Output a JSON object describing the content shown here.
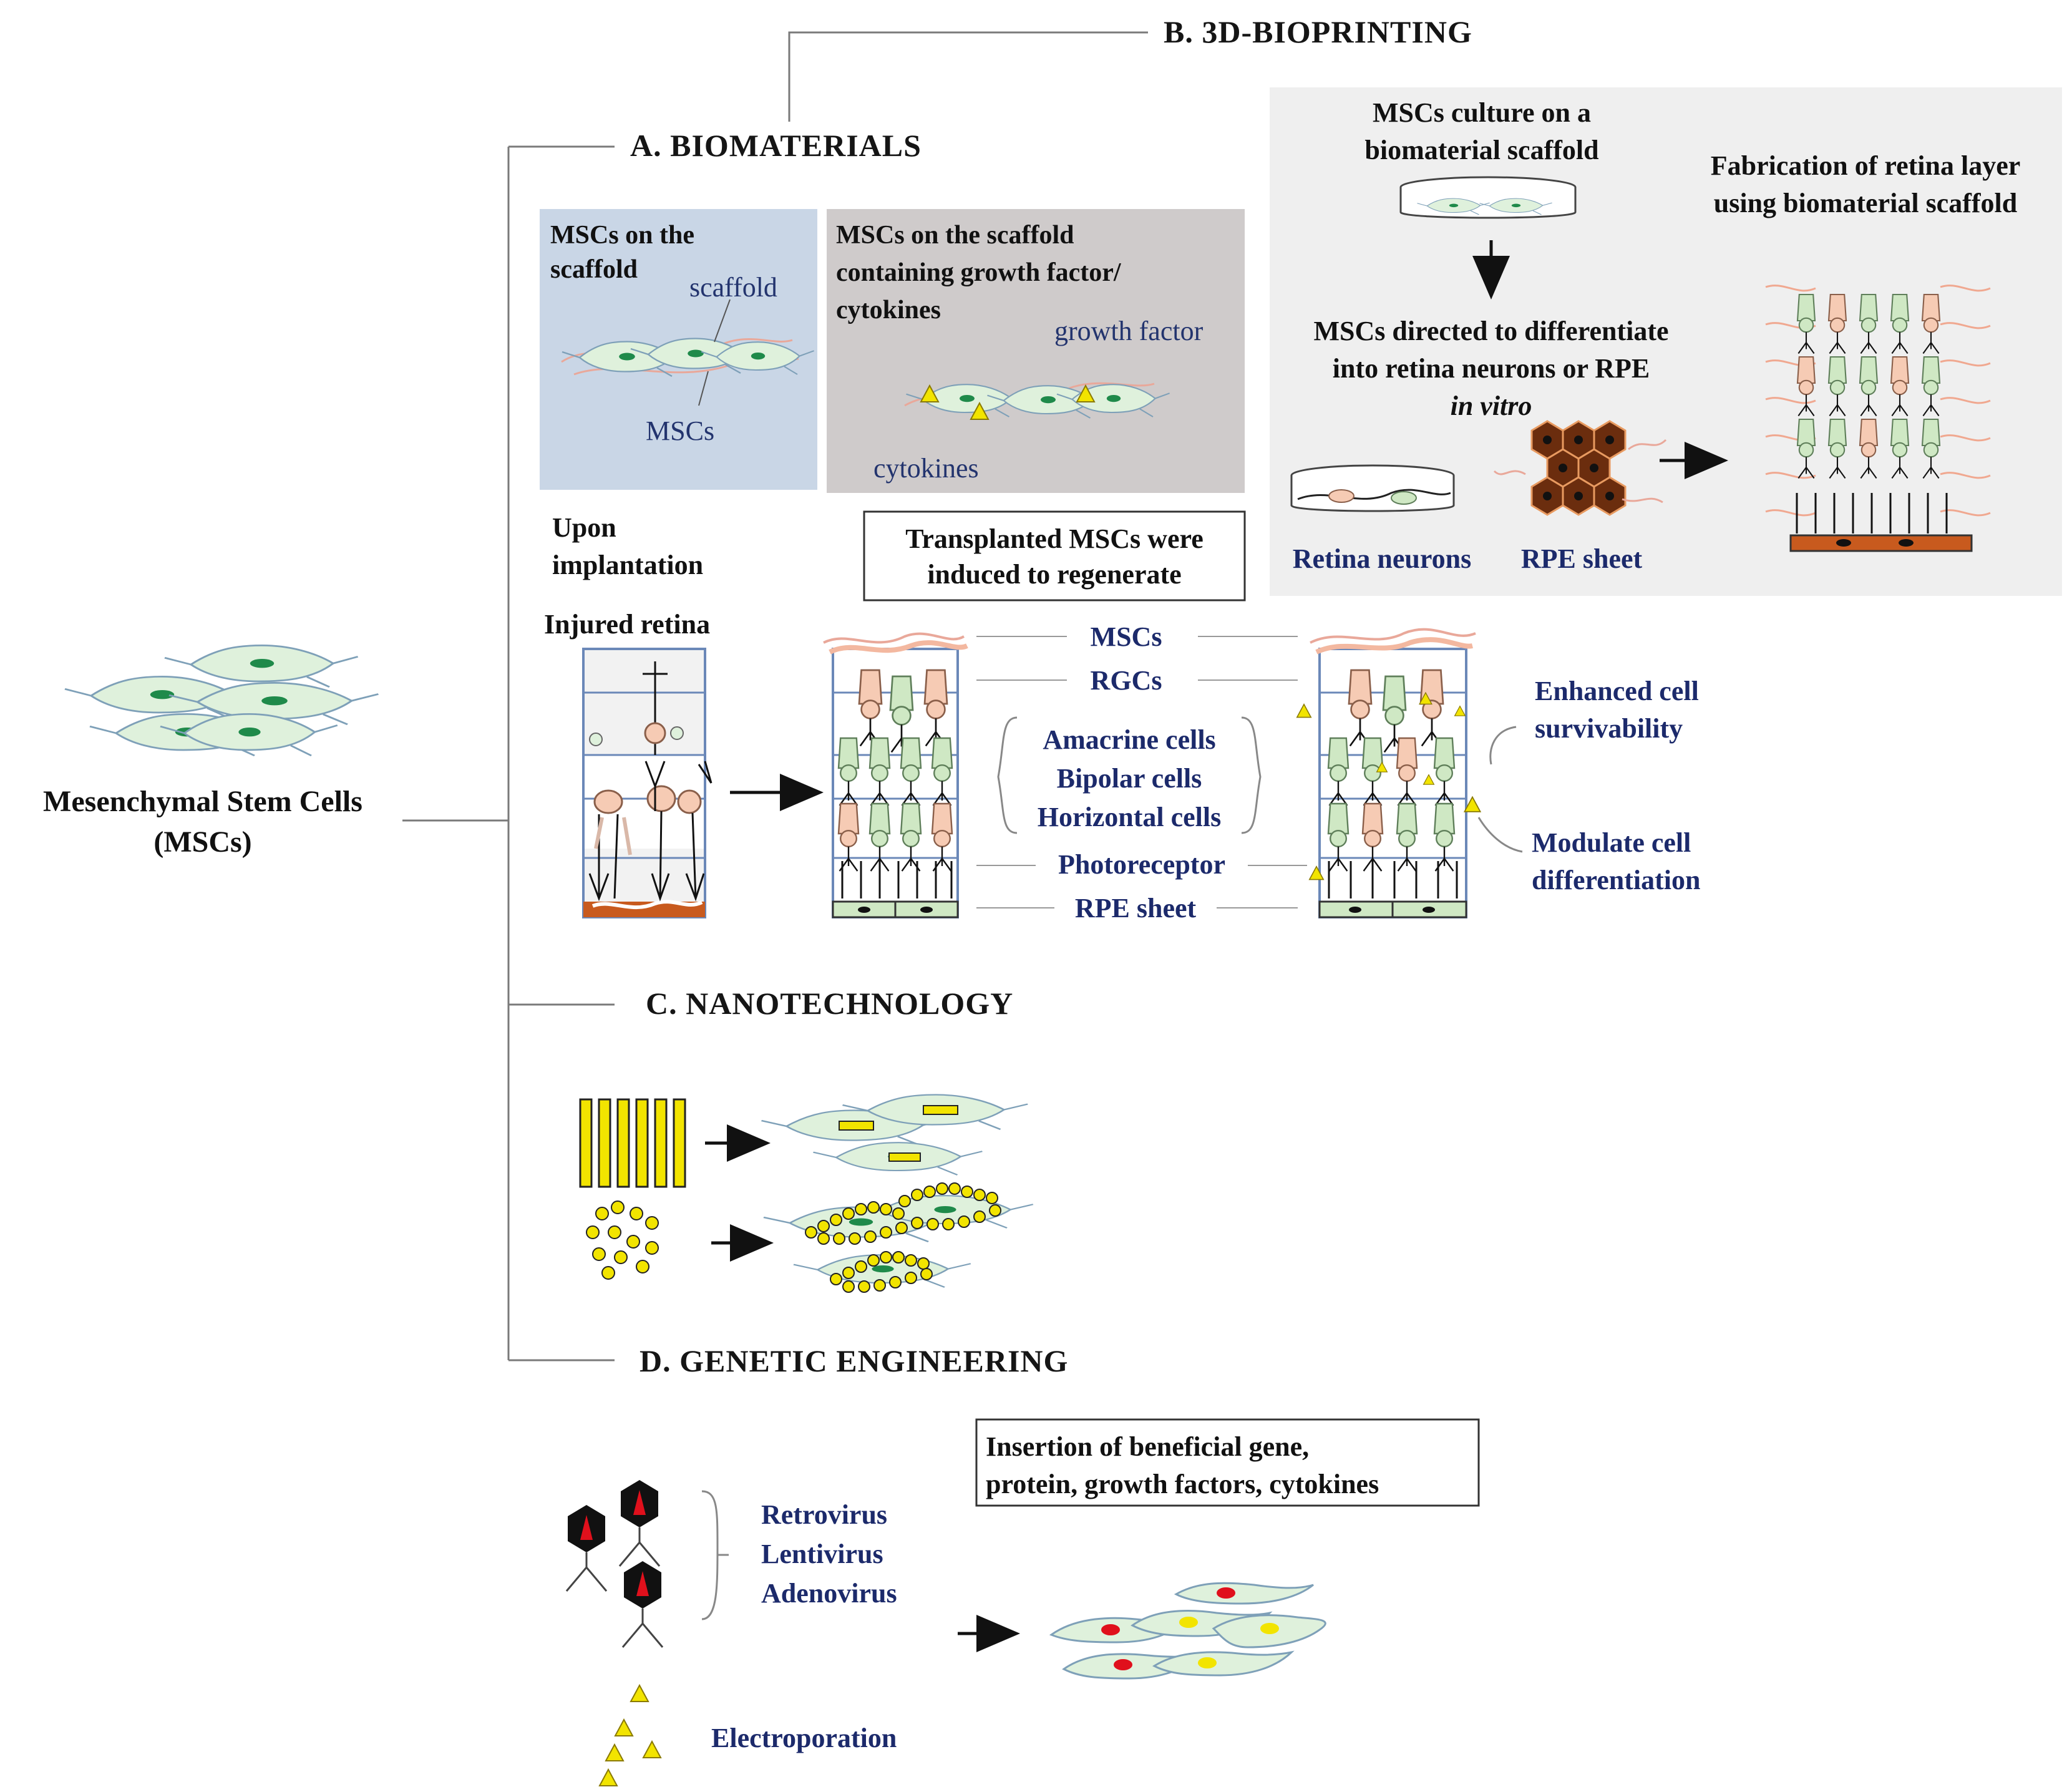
{
  "root": {
    "line1": "Mesenchymal Stem Cells",
    "line2": "(MSCs)"
  },
  "sections": {
    "a": "A. BIOMATERIALS",
    "b": "B. 3D-BIOPRINTING",
    "c": "C. NANOTECHNOLOGY",
    "d": "D. GENETIC ENGINEERING"
  },
  "biomaterials": {
    "panel1": {
      "line1": "MSCs on the",
      "line2": "scaffold",
      "scaffold_label": "scaffold",
      "mscs_label": "MSCs"
    },
    "panel2": {
      "line1": "MSCs on the scaffold",
      "line2": "containing growth factor/",
      "line3": "cytokines",
      "growth_factor_label": "growth factor",
      "cytokines_label": "cytokines"
    },
    "upon_line1": "Upon",
    "upon_line2": "implantation",
    "injured_retina": "Injured retina",
    "transplanted_line1": "Transplanted MSCs were",
    "transplanted_line2": "induced to regenerate",
    "layers": {
      "mscs": "MSCs",
      "rgcs": "RGCs",
      "amacrine": "Amacrine cells",
      "bipolar": "Bipolar cells",
      "horizontal": "Horizontal cells",
      "photoreceptor": "Photoreceptor",
      "rpe": "RPE sheet"
    },
    "effect1_line1": "Enhanced cell",
    "effect1_line2": "survivability",
    "effect2_line1": "Modulate cell",
    "effect2_line2": "differentiation"
  },
  "bioprinting": {
    "culture_line1": "MSCs culture on a",
    "culture_line2": "biomaterial scaffold",
    "directed_line1": "MSCs directed to differentiate",
    "directed_line2": "into retina neurons or RPE",
    "directed_line3": "in vitro",
    "retina_neurons": "Retina neurons",
    "rpe_sheet": "RPE sheet",
    "fabrication_line1": "Fabrication of retina layer",
    "fabrication_line2": "using biomaterial scaffold"
  },
  "genetic": {
    "insertion_line1": "Insertion of beneficial gene,",
    "insertion_line2": "protein, growth factors, cytokines",
    "retrovirus": "Retrovirus",
    "lentivirus": "Lentivirus",
    "adenovirus": "Adenovirus",
    "electroporation": "Electroporation"
  },
  "colors": {
    "panel1_bg": "#c9d6e6",
    "panel2_bg": "#cfcbcb",
    "bioprint_bg": "#efefef",
    "cell_fill": "#dff1dc",
    "nucleus": "#1f8a4a",
    "navy_text": "#1c2a6b",
    "gold": "#f2e400",
    "red": "#e0101c",
    "rpe_brown": "#c85a1e"
  }
}
